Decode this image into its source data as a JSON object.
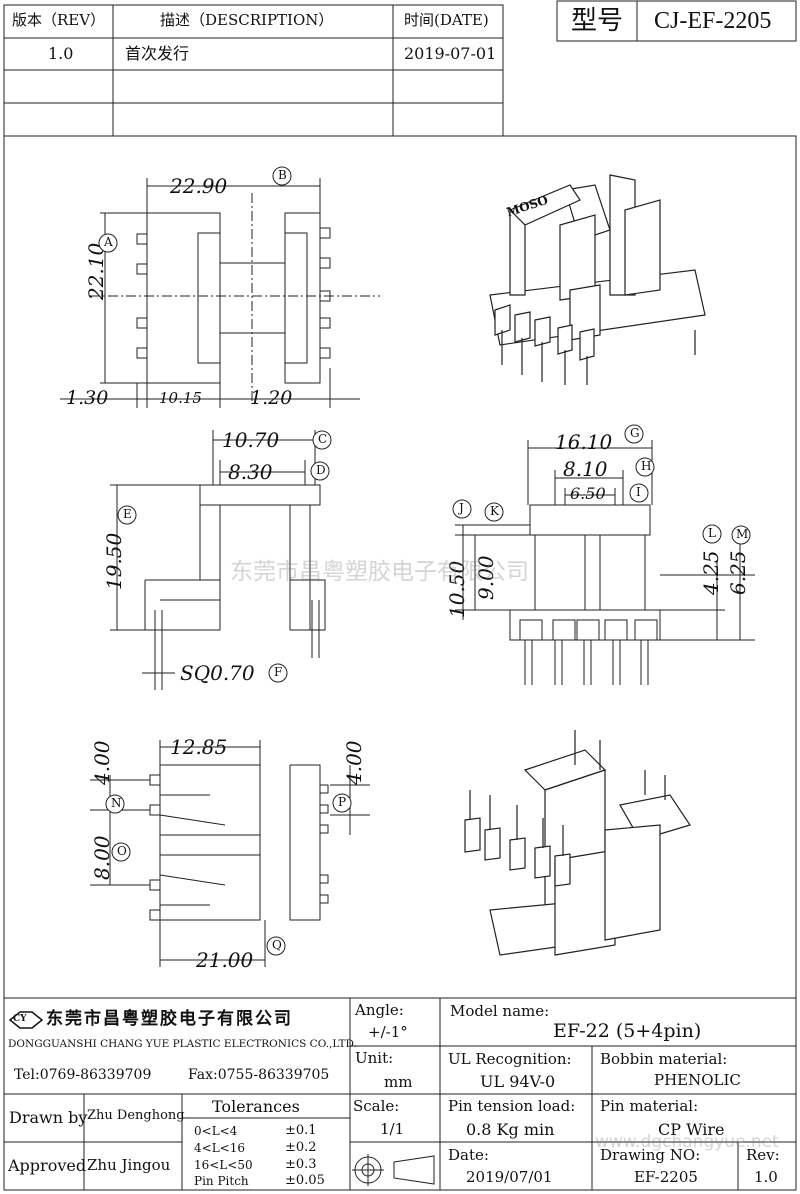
{
  "revision": {
    "headers": {
      "rev": "版本（REV）",
      "desc": "描述（DESCRIPTION）",
      "date": "时间(DATE)"
    },
    "rows": [
      {
        "rev": "1.0",
        "desc": "首次发行",
        "date": "2019-07-01"
      },
      {
        "rev": "",
        "desc": "",
        "date": ""
      },
      {
        "rev": "",
        "desc": "",
        "date": ""
      }
    ]
  },
  "model_box": {
    "label": "型号",
    "value": "CJ-EF-2205"
  },
  "watermark": "东莞市昌粤塑胶电子有限公司",
  "dims": {
    "top": {
      "B": "22.90",
      "A": "22.10",
      "w1": "1.30",
      "w2": "10.15",
      "w3": "1.20"
    },
    "side": {
      "C": "10.70",
      "D": "8.30",
      "E": "19.50",
      "F": "SQ0.70"
    },
    "front": {
      "G": "16.10",
      "H": "8.10",
      "I": "6.50",
      "J": "10.50",
      "K": "9.00",
      "L": "4.25",
      "M": "6.25"
    },
    "bottom": {
      "N": "4.00",
      "O": "8.00",
      "P": "4.00",
      "Q": "21.00",
      "w": "12.85"
    }
  },
  "balloons": [
    "A",
    "B",
    "C",
    "D",
    "E",
    "F",
    "G",
    "H",
    "I",
    "J",
    "K",
    "L",
    "M",
    "N",
    "O",
    "P",
    "Q"
  ],
  "title_block": {
    "company_cn": "东莞市昌粤塑胶电子有限公司",
    "company_en": "DONGGUANSHI CHANG YUE PLASTIC ELECTRONICS CO.,LTD.",
    "tel": "Tel:0769-86339709",
    "fax": "Fax:0755-86339705",
    "angle_label": "Angle:",
    "angle_value": "+/-1°",
    "unit_label": "Unit:",
    "unit_value": "mm",
    "scale_label": "Scale:",
    "scale_value": "1/1",
    "model_name_label": "Model name:",
    "model_name_value": "EF-22 (5+4pin)",
    "ul_label": "UL Recognition:",
    "ul_value": "UL 94V-0",
    "bobbin_label": "Bobbin material:",
    "bobbin_value": "PHENOLIC",
    "pin_tension_label": "Pin tension load:",
    "pin_tension_value": "0.8 Kg min",
    "pin_material_label": "Pin material:",
    "pin_material_value": "CP Wire",
    "date_label": "Date:",
    "date_value": "2019/07/01",
    "drawing_no_label": "Drawing NO:",
    "drawing_no_value": "EF-2205",
    "rev_label": "Rev:",
    "rev_value": "1.0",
    "drawn_label": "Drawn by",
    "drawn_value": "Zhu Denghong",
    "approved_label": "Approved",
    "approved_value": "Zhu Jingou",
    "tolerances_title": "Tolerances",
    "tolerances": [
      {
        "range": "0<L<4",
        "tol": "±0.1"
      },
      {
        "range": "4<L<16",
        "tol": "±0.2"
      },
      {
        "range": "16<L<50",
        "tol": "±0.3"
      },
      {
        "range": "Pin Pitch",
        "tol": "±0.05"
      }
    ],
    "website": "www.dgchangyue.net",
    "logo_text": "CY"
  },
  "part_marking": "MOSO"
}
